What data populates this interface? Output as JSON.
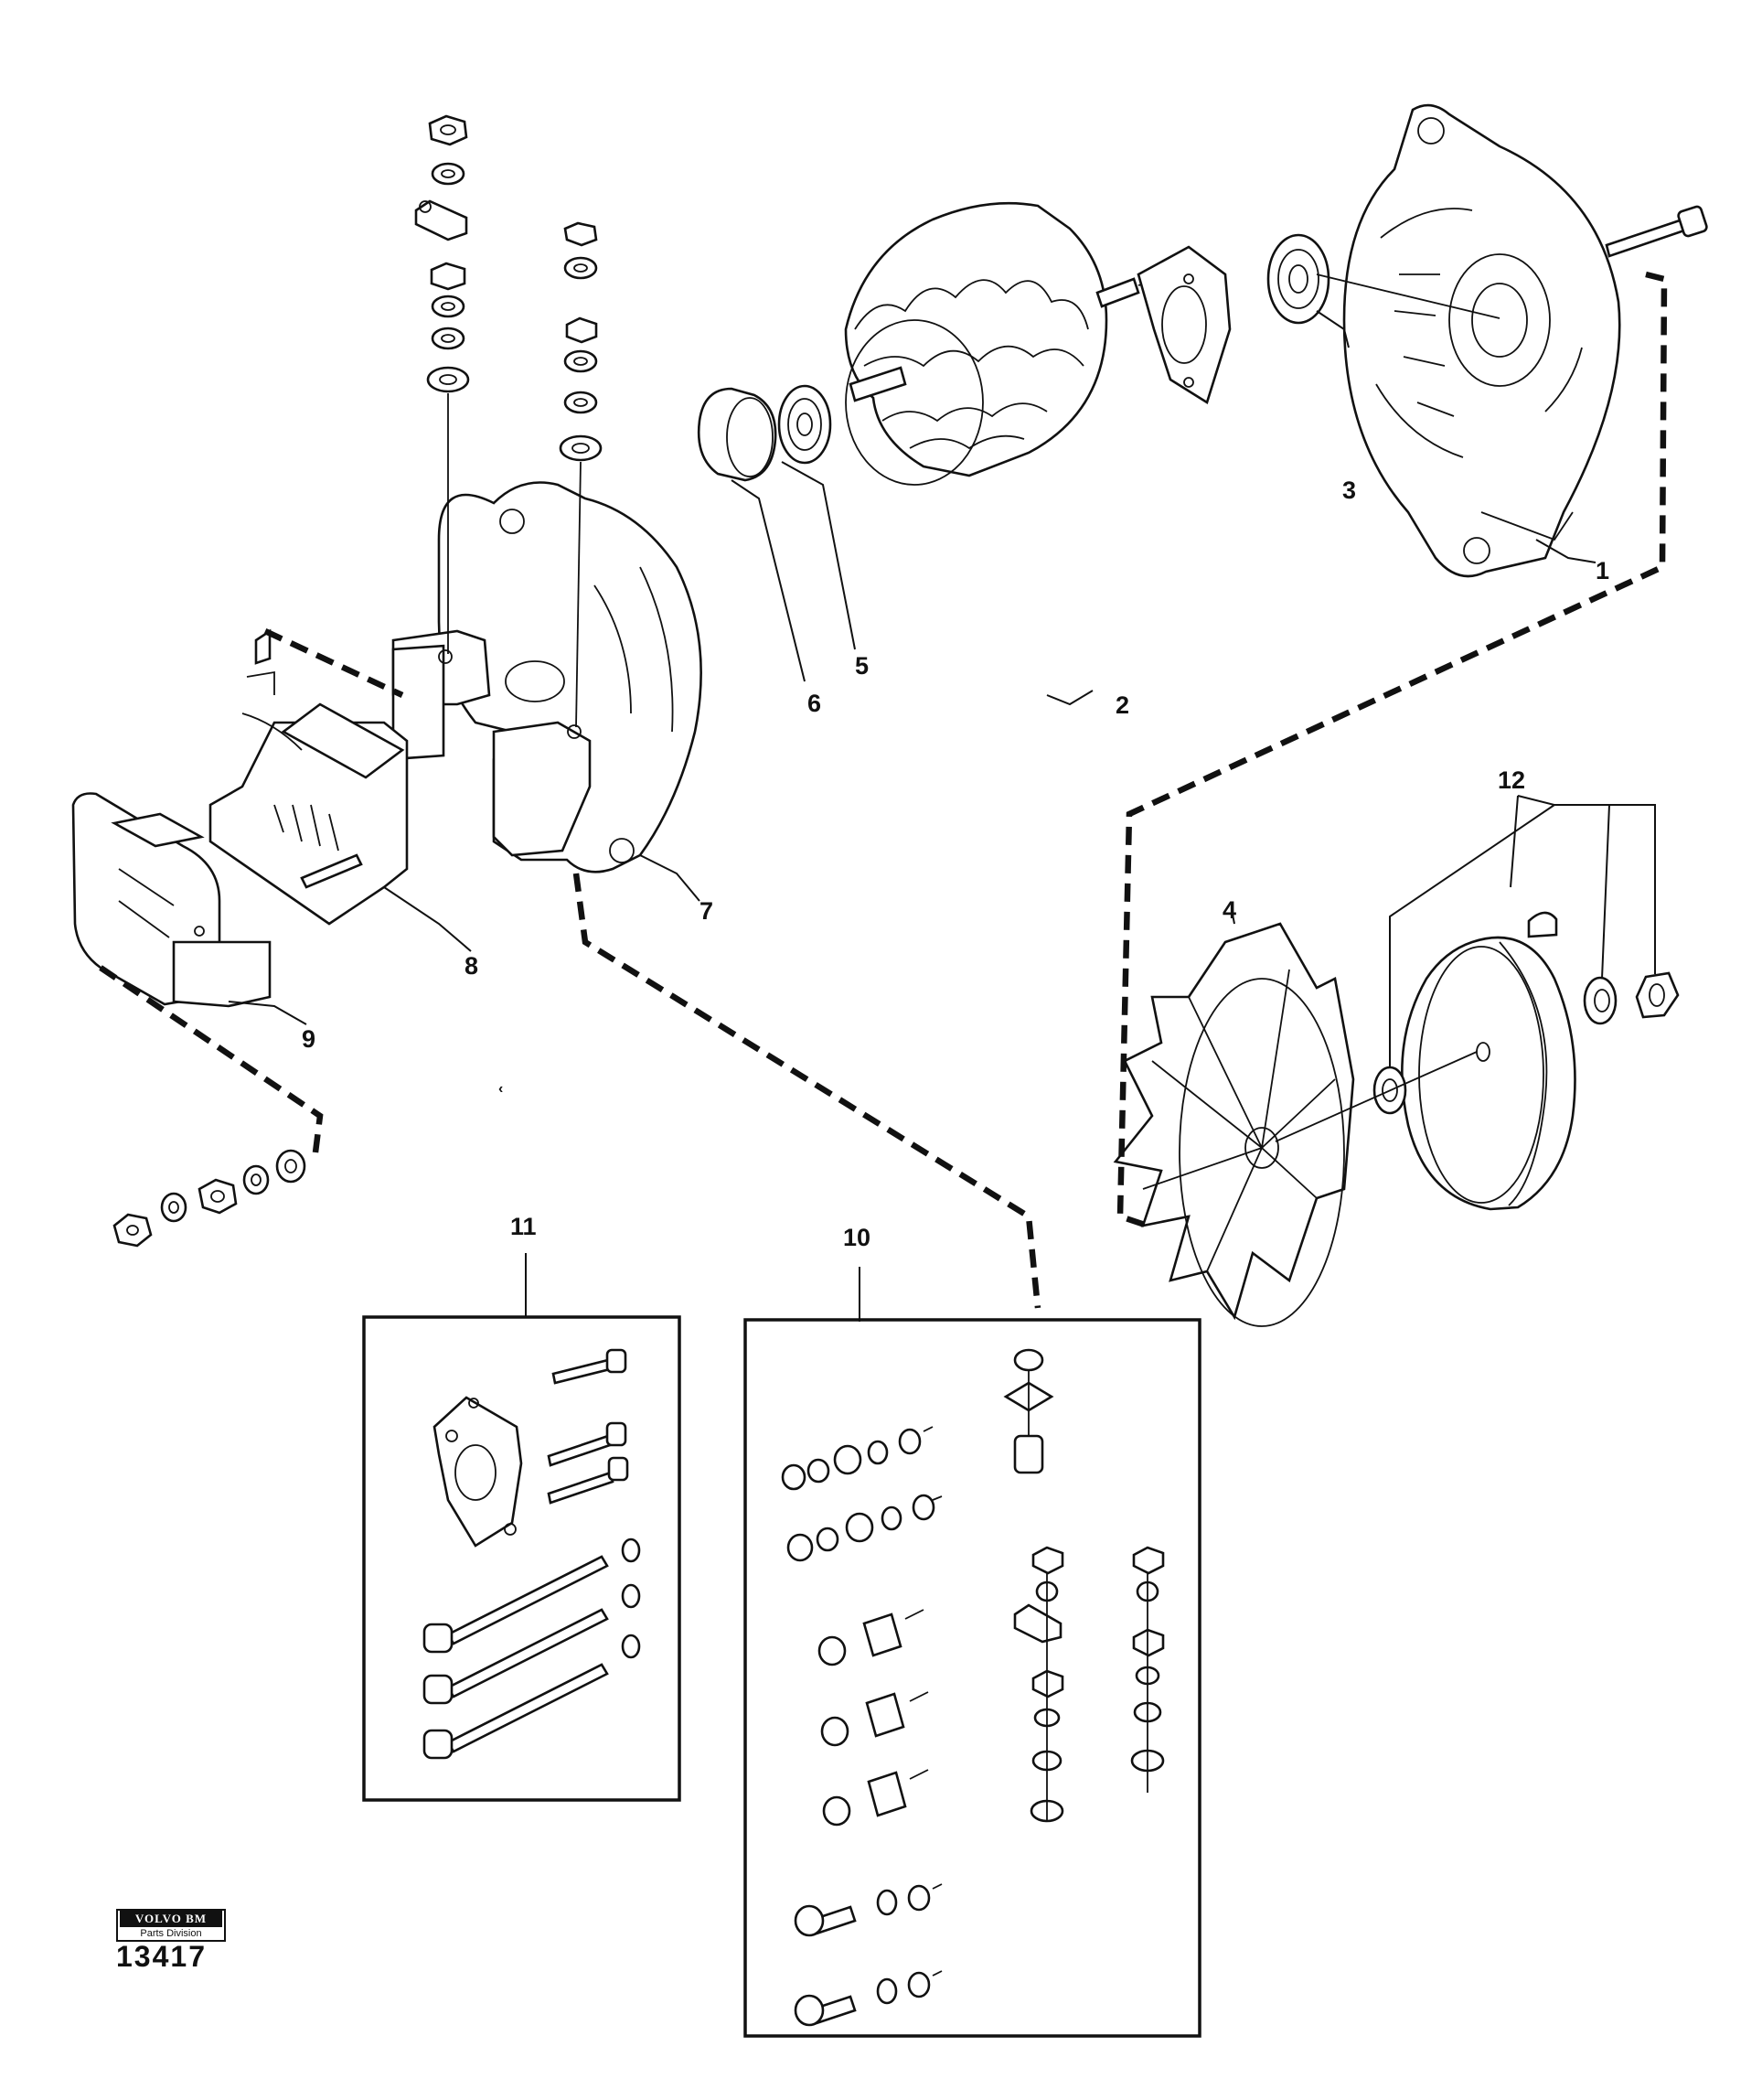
{
  "callouts": {
    "c1": "1",
    "c2": "2",
    "c3": "3",
    "c4": "4",
    "c5": "5",
    "c6": "6",
    "c7": "7",
    "c8": "8",
    "c9": "9",
    "c10": "10",
    "c11": "11",
    "c12": "12"
  },
  "logo": {
    "brand": "VOLVO BM",
    "division": "Parts Division",
    "number": "13417"
  }
}
